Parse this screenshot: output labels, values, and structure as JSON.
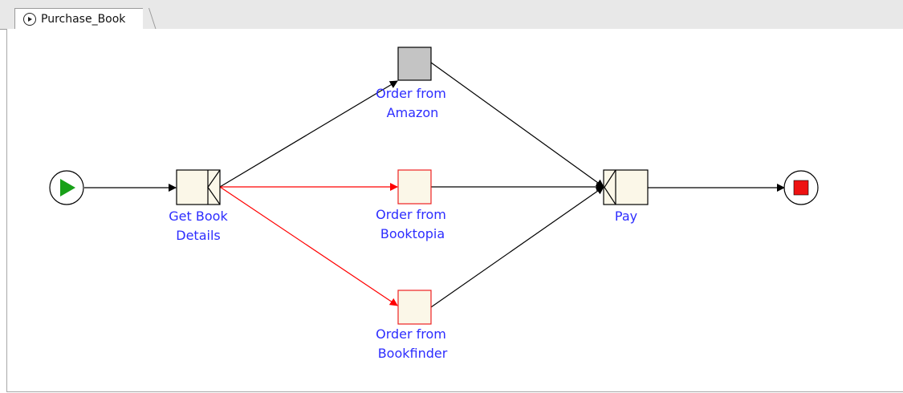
{
  "tab": {
    "title": "Purchase_Book",
    "icon": "play-circle-icon"
  },
  "diagram": {
    "nodes": {
      "start": {
        "icon": "start-event-icon",
        "color": "#18a018"
      },
      "get_book_details": {
        "line1": "Get Book",
        "line2": "Details"
      },
      "order_amazon": {
        "line1": "Order from",
        "line2": "Amazon"
      },
      "order_booktopia": {
        "line1": "Order from",
        "line2": "Booktopia"
      },
      "order_bookfinder": {
        "line1": "Order from",
        "line2": "Bookfinder"
      },
      "pay": {
        "line1": "Pay"
      },
      "end": {
        "icon": "end-event-icon",
        "color": "#ee1111"
      }
    },
    "colors": {
      "label": "#2d2dff",
      "task_fill": "#fbf7e8",
      "task_disabled_fill": "#c4c4c4",
      "flow": "#000000",
      "flow_highlight": "#ff0000"
    }
  }
}
